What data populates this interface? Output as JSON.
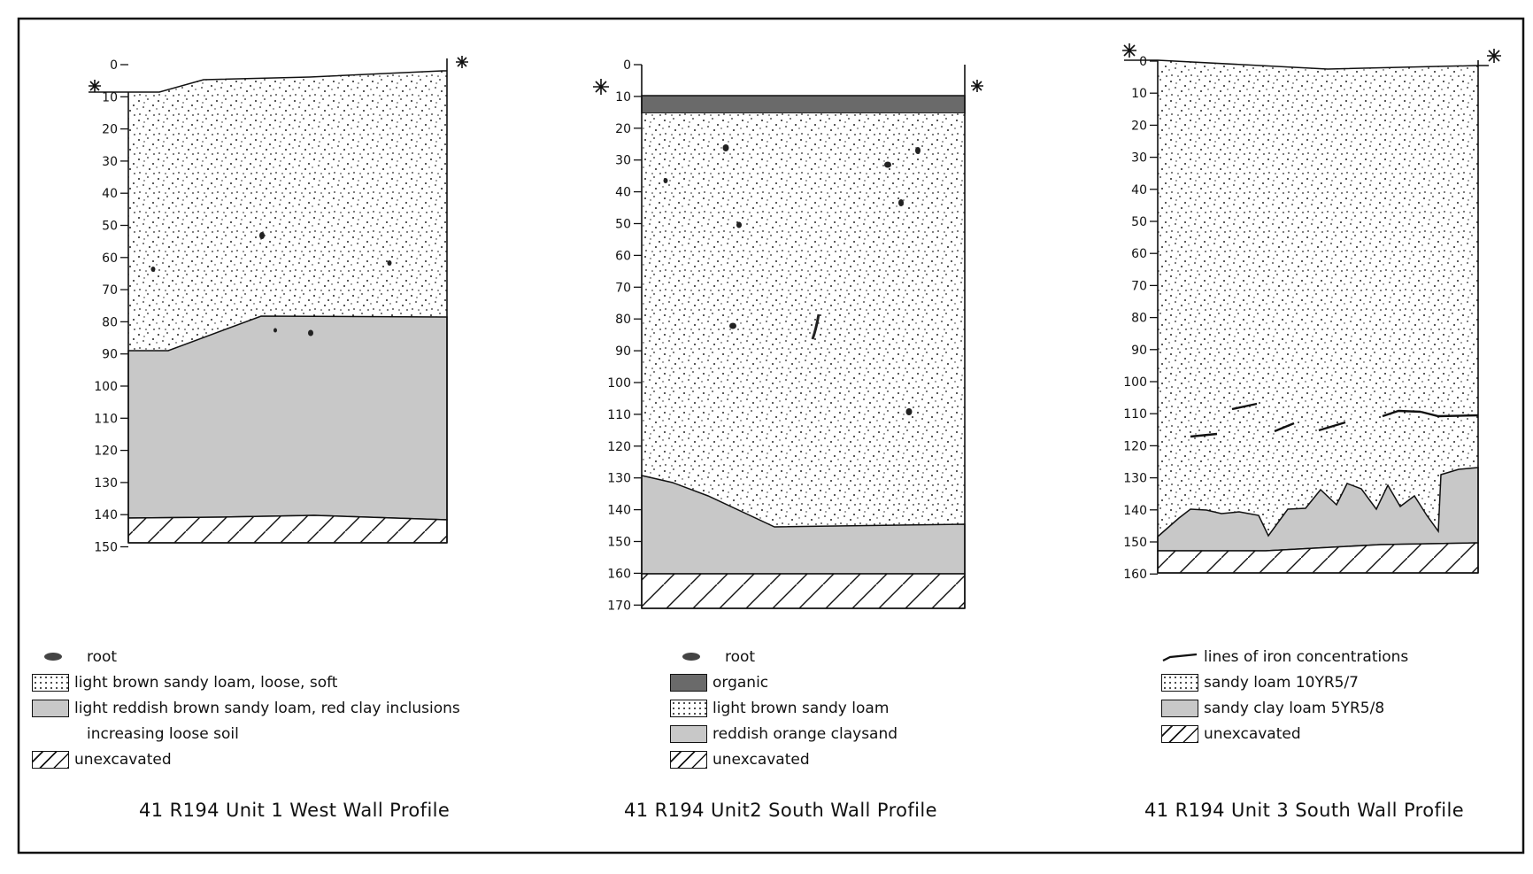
{
  "panels": [
    {
      "title": "41 R194 Unit 1 West Wall Profile",
      "depth_ticks": [
        "0",
        "10",
        "20",
        "30",
        "40",
        "50",
        "60",
        "70",
        "80",
        "90",
        "100",
        "110",
        "120",
        "130",
        "140",
        "150"
      ],
      "legend": {
        "root": "root",
        "loam": "light brown sandy loam, loose, soft",
        "clay": "light reddish brown sandy loam, red clay inclusions",
        "clay_cont": "increasing loose soil",
        "unexcavated": "unexcavated"
      }
    },
    {
      "title": "41 R194 Unit2 South Wall Profile",
      "depth_ticks": [
        "0",
        "10",
        "20",
        "30",
        "40",
        "50",
        "60",
        "70",
        "80",
        "90",
        "100",
        "110",
        "120",
        "130",
        "140",
        "150",
        "160",
        "170"
      ],
      "legend": {
        "root": "root",
        "organic": "organic",
        "loam": "light brown sandy loam",
        "clay": "reddish orange claysand",
        "unexcavated": "unexcavated"
      }
    },
    {
      "title": "41 R194 Unit 3 South Wall Profile",
      "depth_ticks": [
        "0",
        "10",
        "20",
        "30",
        "40",
        "50",
        "60",
        "70",
        "80",
        "90",
        "100",
        "110",
        "120",
        "130",
        "140",
        "150",
        "160"
      ],
      "legend": {
        "iron": "lines of iron concentrations",
        "loam": "sandy loam 10YR5/7",
        "clay": "sandy clay loam 5YR5/8",
        "unexcavated": "unexcavated"
      }
    }
  ],
  "colors": {
    "clay_fill": "#c8c8c8",
    "organic_fill": "#6a6a6a",
    "outline": "#111111",
    "dots": "#222222"
  },
  "icons": [
    "datum-star-icon",
    "root-icon",
    "iron-line-icon"
  ]
}
